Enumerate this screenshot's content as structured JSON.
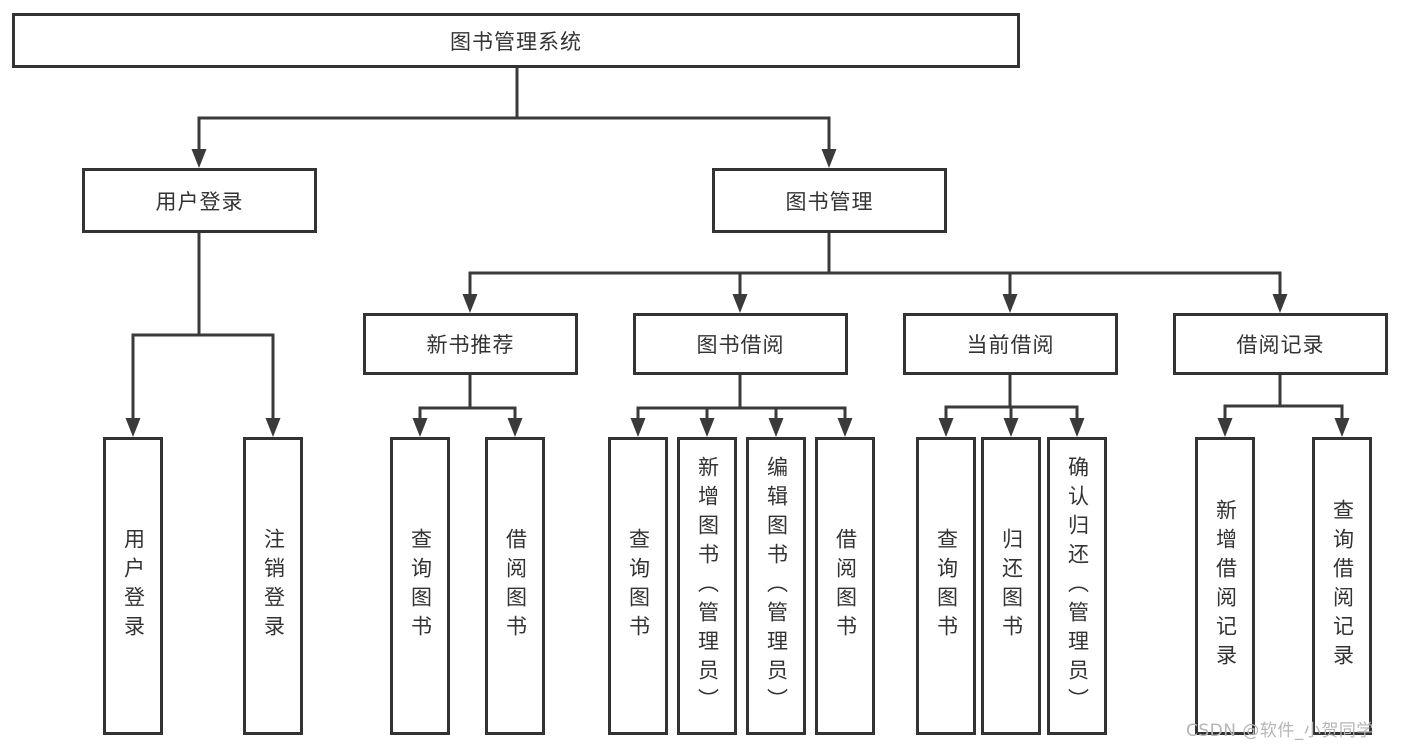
{
  "root": {
    "label": "图书管理系统"
  },
  "branches": {
    "user_login": {
      "label": "用户登录",
      "children": [
        {
          "label": "用户登录"
        },
        {
          "label": "注销登录"
        }
      ]
    },
    "book_management": {
      "label": "图书管理",
      "sections": {
        "new_book_recommend": {
          "label": "新书推荐",
          "children": [
            {
              "label": "查询图书"
            },
            {
              "label": "借阅图书"
            }
          ]
        },
        "book_borrowing": {
          "label": "图书借阅",
          "children": [
            {
              "label": "查询图书"
            },
            {
              "label": "新增图书（管理员）"
            },
            {
              "label": "编辑图书（管理员）"
            },
            {
              "label": "借阅图书"
            }
          ]
        },
        "current_borrowing": {
          "label": "当前借阅",
          "children": [
            {
              "label": "查询图书"
            },
            {
              "label": "归还图书"
            },
            {
              "label": "确认归还（管理员）"
            }
          ]
        },
        "borrowing_records": {
          "label": "借阅记录",
          "children": [
            {
              "label": "新增借阅记录"
            },
            {
              "label": "查询借阅记录"
            }
          ]
        }
      }
    }
  },
  "watermark": {
    "text": "CSDN @软件_小贺同学"
  },
  "colors": {
    "line": "#3a3a3a",
    "box_border": "#333333",
    "box_fill": "#ffffff",
    "text": "#333333",
    "watermark": "#b5b5b5",
    "background": "#ffffff"
  }
}
